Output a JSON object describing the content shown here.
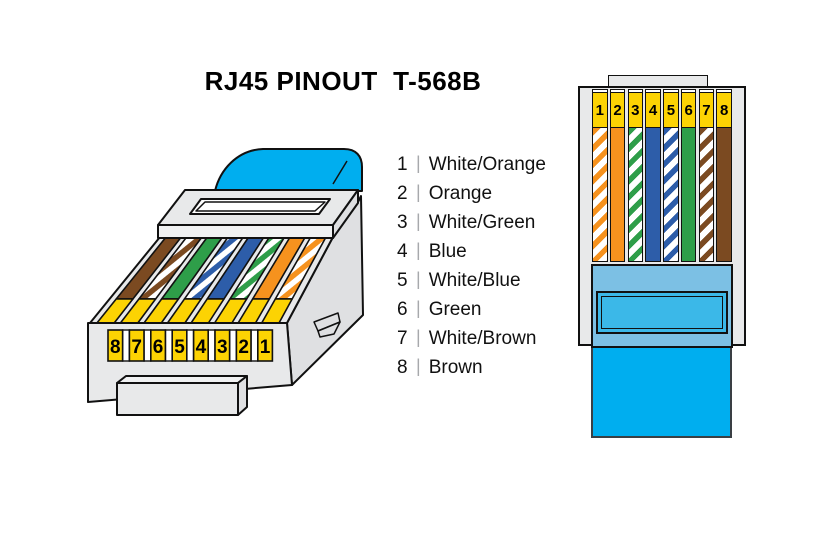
{
  "title": "RJ45 PINOUT  T-568B",
  "legend_separator": "|",
  "wires": [
    {
      "pin": "1",
      "name": "White/Orange",
      "style": "striped",
      "stripe_color": "#F6921E"
    },
    {
      "pin": "2",
      "name": "Orange",
      "style": "solid",
      "color": "#F6921E"
    },
    {
      "pin": "3",
      "name": "White/Green",
      "style": "striped",
      "stripe_color": "#2E9E49"
    },
    {
      "pin": "4",
      "name": "Blue",
      "style": "solid",
      "color": "#2D5DA9"
    },
    {
      "pin": "5",
      "name": "White/Blue",
      "style": "striped",
      "stripe_color": "#2D5DA9"
    },
    {
      "pin": "6",
      "name": "Green",
      "style": "solid",
      "color": "#2E9E49"
    },
    {
      "pin": "7",
      "name": "White/Brown",
      "style": "striped",
      "stripe_color": "#7B4A21"
    },
    {
      "pin": "8",
      "name": "Brown",
      "style": "solid",
      "color": "#7B4A21"
    }
  ],
  "left_connector": {
    "pin_labels": [
      "8",
      "7",
      "6",
      "5",
      "4",
      "3",
      "2",
      "1"
    ]
  },
  "right_connector": {
    "pin_labels": [
      "1",
      "2",
      "3",
      "4",
      "5",
      "6",
      "7",
      "8"
    ]
  },
  "colors": {
    "yellow": "#FCD303",
    "cable_blue": "#00AEEF",
    "boot_blue": "#7CC0E4",
    "crimp_blue": "#3BB8E8",
    "body_gray": "#E8E9EA",
    "body_gray_dark": "#DFE0E2",
    "legend_bar_gray": "#A7A9AC",
    "outline": "#111111"
  }
}
